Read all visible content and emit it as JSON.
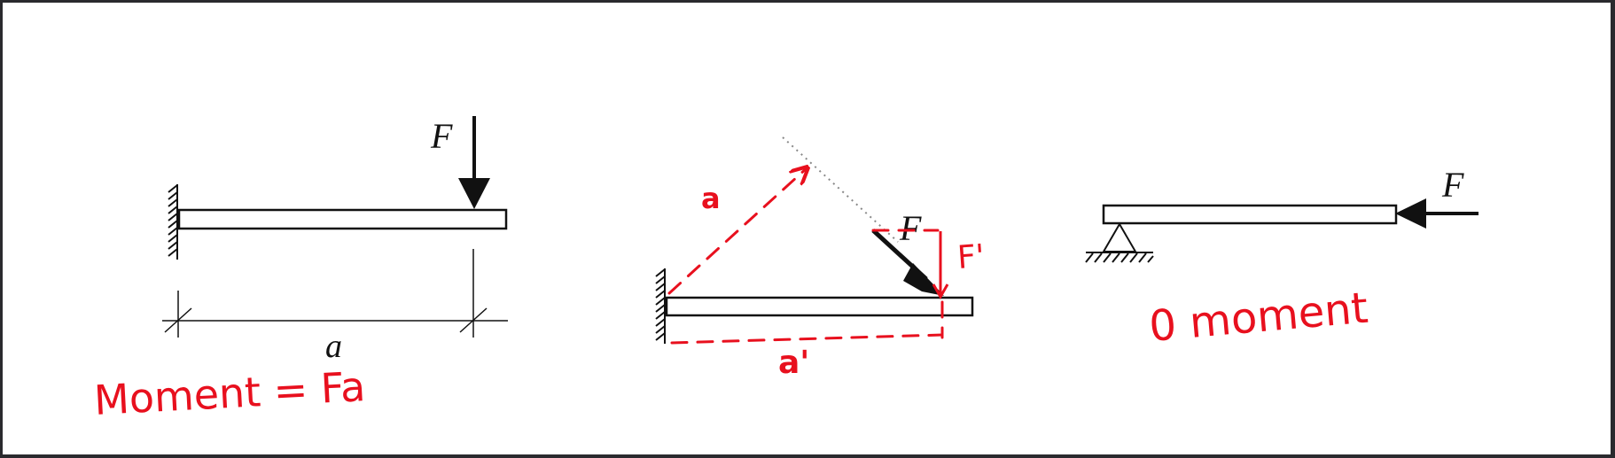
{
  "panel_1": {
    "force_label": "F",
    "length_label": "a",
    "note": "Moment = Fa"
  },
  "panel_2": {
    "force_label": "F",
    "arm_label": "a",
    "component_label": "F'",
    "projected_arm_label": "a'"
  },
  "panel_3": {
    "force_label": "F",
    "note": "0 moment"
  },
  "colors": {
    "ink": "#111111",
    "annotation": "#e8101e",
    "frame": "#2a2a2e"
  }
}
